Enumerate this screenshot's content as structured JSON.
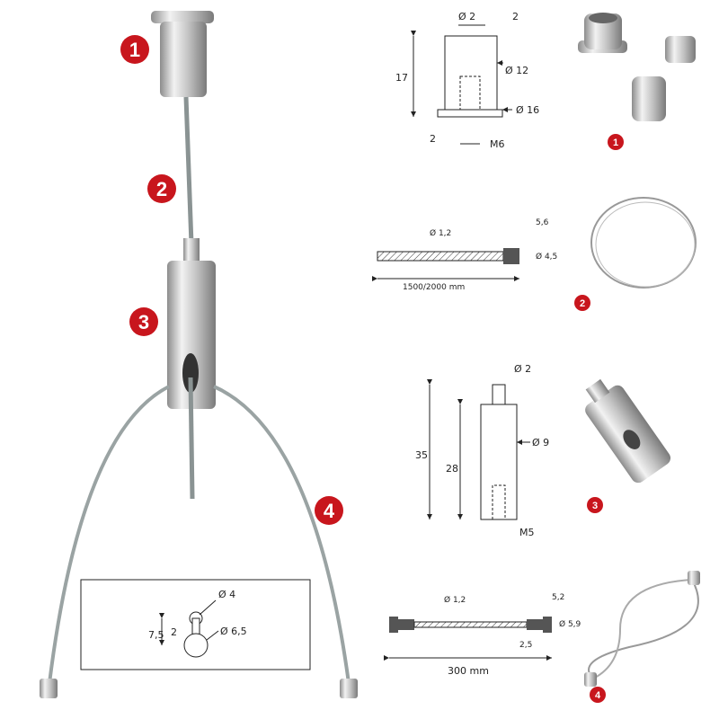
{
  "badges": {
    "one": "1",
    "two": "2",
    "three": "3",
    "four": "4"
  },
  "colors": {
    "badge": "#c8161d",
    "metal": "#c9c9c9",
    "cable": "#9aa3a3",
    "line": "#222222"
  },
  "part1": {
    "d_top": "Ø 2",
    "top": "2",
    "height": "17",
    "d_body": "Ø 12",
    "d_flange": "Ø 16",
    "flange": "2",
    "thread": "M6"
  },
  "part2": {
    "d_cable": "Ø 1,2",
    "end_len": "5,6",
    "d_end": "Ø 4,5",
    "length": "1500/2000 mm"
  },
  "part3": {
    "d_top": "Ø 2",
    "total": "35",
    "body": "28",
    "d_body": "Ø 9",
    "thread": "M5"
  },
  "part4": {
    "d_cable": "Ø 1,2",
    "end_len": "5,2",
    "d_end": "Ø 5,9",
    "neck": "2,5",
    "length": "300 mm"
  },
  "keyhole": {
    "d_small": "Ø 4",
    "d_large": "Ø 6,5",
    "width": "2",
    "height": "7,5"
  }
}
